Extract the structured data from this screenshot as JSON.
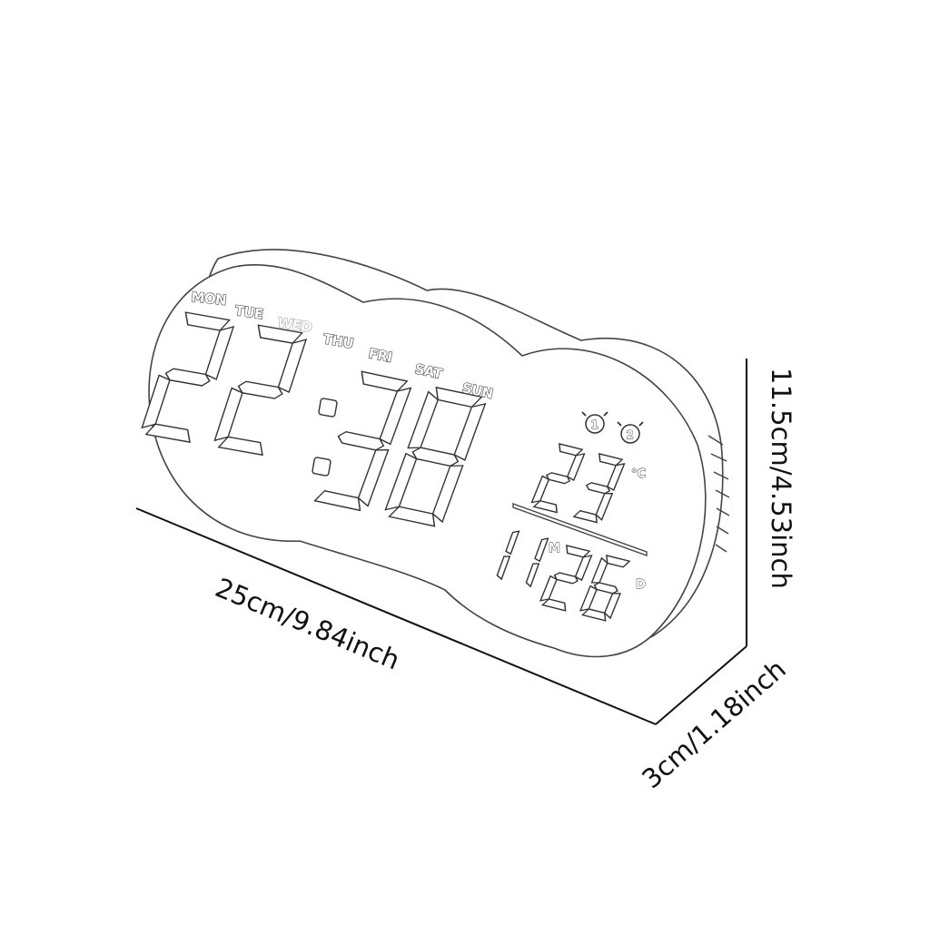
{
  "weekdays": {
    "mon": "MON",
    "tue": "TUE",
    "wed": "WED",
    "thu": "THU",
    "fri": "FRI",
    "sat": "SAT",
    "sun": "SUN"
  },
  "display": {
    "time_hours": "22",
    "time_minutes": "38",
    "temperature": "23",
    "temperature_unit": "°C",
    "month": "11",
    "month_marker": "M",
    "day": "26",
    "day_marker": "D",
    "alarm_1_label": "1",
    "alarm_2_label": "2"
  },
  "dimensions": {
    "width": "25cm/9.84inch",
    "height": "11.5cm/4.53inch",
    "depth": "3cm/1.18inch"
  },
  "colors": {
    "line": "#333333",
    "background": "#ffffff"
  }
}
